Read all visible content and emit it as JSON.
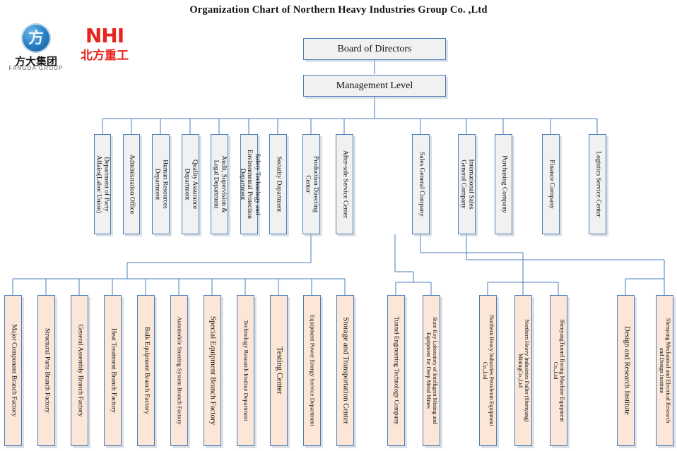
{
  "title": "Organization Chart of Northern Heavy Industries  Group Co. ,Ltd",
  "logos": {
    "fangda": {
      "mark_glyph": "方",
      "chinese": "方大集团",
      "english": "FANGDA GROUP",
      "color": "#1f6fb5"
    },
    "nhi": {
      "english": "NHI",
      "chinese": "北方重工",
      "color": "#e8241c"
    }
  },
  "colors": {
    "box_border": "#4a7ebb",
    "box_fill_gray": "#f1f1f1",
    "box_fill_peach": "#fbe6d8",
    "connector": "#4a7ebb",
    "shadow": "#bec6d0"
  },
  "top": [
    {
      "id": "board",
      "label": "Board of Directors"
    },
    {
      "id": "management",
      "label": "Management Level"
    }
  ],
  "level2_left": [
    {
      "id": "party-affairs",
      "label": "Department of Party Affairs(Labor Union)",
      "lines": [
        "Department of Party",
        "Affairs(Labor Union)"
      ]
    },
    {
      "id": "administration",
      "label": "Administration Office",
      "lines": [
        "Administration Office"
      ]
    },
    {
      "id": "human-resources",
      "label": "Human Resources Department",
      "lines": [
        "Human Resources",
        "Department"
      ]
    },
    {
      "id": "quality-assurance",
      "label": "Quality Assurance Department",
      "lines": [
        "Quality Assurance",
        "Department"
      ]
    },
    {
      "id": "audit-legal",
      "label": "Audit, Supervision & Legal Department",
      "lines": [
        "Audit, Supervision &",
        "Legal Department"
      ]
    },
    {
      "id": "safety-environment",
      "label": "Safety Technology and Environmental Protection Department",
      "lines": [
        "Safety Technology and",
        "Environmental Protection",
        "Department"
      ]
    },
    {
      "id": "security",
      "label": "Security Department",
      "lines": [
        "Security Department"
      ]
    },
    {
      "id": "production-directing",
      "label": "Production Directing Center",
      "lines": [
        "Production Directing",
        "Center"
      ]
    },
    {
      "id": "after-sale",
      "label": "After-sale Service Center",
      "lines": [
        "After-sale Service Center"
      ]
    }
  ],
  "level2_right": [
    {
      "id": "sales-general",
      "label": "Sales General Company",
      "lines": [
        "Sales General Company"
      ]
    },
    {
      "id": "international-sales",
      "label": "International Sales General Company",
      "lines": [
        "International Sales",
        "General Company"
      ]
    },
    {
      "id": "purchasing",
      "label": "Purchasing Company",
      "lines": [
        "Purchasing Company"
      ]
    },
    {
      "id": "finance",
      "label": "Finance Company",
      "lines": [
        "Finance Company"
      ]
    },
    {
      "id": "logistics",
      "label": "Logistics Service Center",
      "lines": [
        "Logistics Service Center"
      ]
    }
  ],
  "level3_group_a": [
    {
      "id": "major-component",
      "label": "Major Component Branch Factory",
      "lines": [
        "Major Component Branch Factory"
      ]
    },
    {
      "id": "structural-parts",
      "label": "Structural Parts Branch Factory",
      "lines": [
        "Structural Parts Branch Factory"
      ]
    },
    {
      "id": "general-assembly",
      "label": "General Assembly Branch Factory",
      "lines": [
        "General Assembly Branch Factory"
      ]
    },
    {
      "id": "heat-treatment",
      "label": "Heat Treatment Branch Factory",
      "lines": [
        "Heat Treatment Branch Factory"
      ]
    },
    {
      "id": "bulk-equipment",
      "label": "Bulk Equipment Branch Factory",
      "lines": [
        "Bulk Equipment Branch Factory"
      ]
    },
    {
      "id": "automobile-steering",
      "label": "Automobile Steering System Branch Factory",
      "lines": [
        "Automobile Steering System Branch Factory"
      ]
    },
    {
      "id": "special-equipment",
      "label": "Special Equipment Branch Factory",
      "lines": [
        "Special Equipment Branch Factory"
      ]
    },
    {
      "id": "technology-research",
      "label": "Technology Research Institue Department",
      "lines": [
        "Technology Research Institue Department"
      ]
    },
    {
      "id": "testing-center",
      "label": "Testing Center",
      "lines": [
        "Testing Center"
      ]
    },
    {
      "id": "equipment-power-energy",
      "label": "Equipment Power Energy Service Department",
      "lines": [
        "Equipment Power Energy Service Department"
      ]
    },
    {
      "id": "storage-transportation",
      "label": "Storage and Transportation Center",
      "lines": [
        "Storage and Transportation Center"
      ]
    }
  ],
  "level3_group_b": [
    {
      "id": "tunnel-engineering",
      "label": "Tunnel Engineering Technology Company",
      "lines": [
        "Tunnel Engineering Technology Company"
      ]
    },
    {
      "id": "state-key-lab",
      "label": "State Key Laboratory of Intelligent Mining and Equipment for Deep Metal Mines",
      "lines": [
        "State Key Laboratory of Intelligent Mining and",
        "Equipment for Deep Metal Mines"
      ]
    }
  ],
  "level3_group_c": [
    {
      "id": "petroleum-equipment",
      "label": "Northern Heavy Industries Petroleum Equipment Co.,Ltd",
      "lines": [
        "Northern Heavy Industries Petroleum Equipment",
        "Co.,Ltd"
      ]
    },
    {
      "id": "fuller-mining",
      "label": "Northern Heavy Industries Fuller (Shenyang) MiningCo.,Ltd",
      "lines": [
        "Northern Heavy Industries Fuller (Shenyang)",
        "MiningCo.,Ltd"
      ]
    },
    {
      "id": "tunnel-boring",
      "label": "ShenyangTunnel Boring Machine Equipment Co.,Ltd",
      "lines": [
        "ShenyangTunnel Boring Machine Equipment",
        "Co.,Ltd"
      ]
    }
  ],
  "level3_group_d": [
    {
      "id": "design-research",
      "label": "Design and Research Institute",
      "lines": [
        "Design and Research Institute"
      ]
    },
    {
      "id": "mechanical-electrical",
      "label": "Shenyang Mechanical and Electrical Research and Design Institute",
      "lines": [
        "Shenyang Mechanical and Electrical Research",
        "and Design Institute"
      ]
    }
  ]
}
